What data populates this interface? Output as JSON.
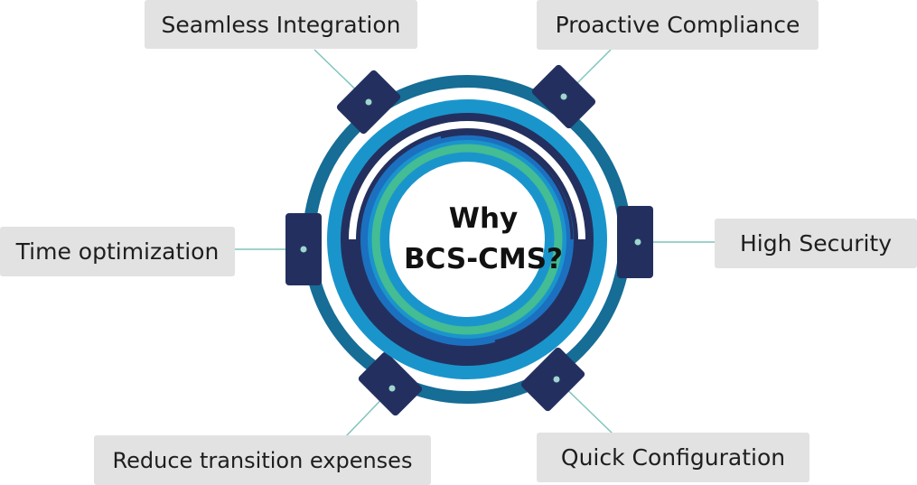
{
  "center": {
    "line1": "Why",
    "line2": "BCS-CMS?"
  },
  "benefits": {
    "seamless_integration": "Seamless Integration",
    "proactive_compliance": "Proactive Compliance",
    "time_optimization": "Time optimization",
    "high_security": "High Security",
    "reduce_transition_expenses": "Reduce transition expenses",
    "quick_configuration": "Quick Configuration"
  },
  "colors": {
    "navy": "#23305f",
    "teal_blue": "#166d96",
    "sky_blue": "#1a95cc",
    "royal_blue": "#1c70c0",
    "mint_green": "#44bc94",
    "label_bg": "#e2e2e2",
    "connector": "#7fc4bc"
  }
}
